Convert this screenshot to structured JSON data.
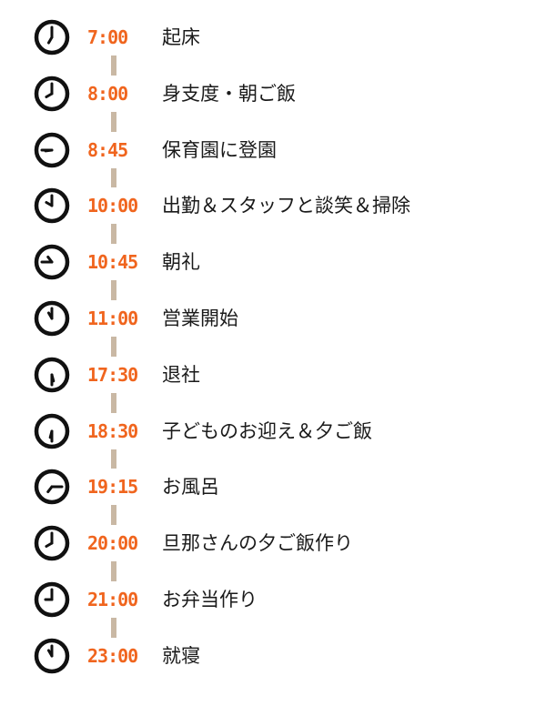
{
  "schedule": [
    {
      "time": "7:00",
      "label": "起床",
      "clock": {
        "hour": 7,
        "minute": 0
      }
    },
    {
      "time": "8:00",
      "label": "身支度・朝ご飯",
      "clock": {
        "hour": 8,
        "minute": 0
      }
    },
    {
      "time": "8:45",
      "label": "保育園に登園",
      "clock": {
        "hour": 8,
        "minute": 45
      }
    },
    {
      "time": "10:00",
      "label": "出勤＆スタッフと談笑＆掃除",
      "clock": {
        "hour": 10,
        "minute": 0
      }
    },
    {
      "time": "10:45",
      "label": "朝礼",
      "clock": {
        "hour": 10,
        "minute": 45
      }
    },
    {
      "time": "11:00",
      "label": "営業開始",
      "clock": {
        "hour": 11,
        "minute": 0
      }
    },
    {
      "time": "17:30",
      "label": "退社",
      "clock": {
        "hour": 17,
        "minute": 30
      }
    },
    {
      "time": "18:30",
      "label": "子どものお迎え＆夕ご飯",
      "clock": {
        "hour": 18,
        "minute": 30
      }
    },
    {
      "time": "19:15",
      "label": "お風呂",
      "clock": {
        "hour": 19,
        "minute": 15
      }
    },
    {
      "time": "20:00",
      "label": "旦那さんの夕ご飯作り",
      "clock": {
        "hour": 20,
        "minute": 0
      }
    },
    {
      "time": "21:00",
      "label": "お弁当作り",
      "clock": {
        "hour": 21,
        "minute": 0
      }
    },
    {
      "time": "23:00",
      "label": "就寝",
      "clock": {
        "hour": 23,
        "minute": 0
      }
    }
  ],
  "colors": {
    "time_text": "#f0651e",
    "label_text": "#1a1a1a",
    "connector": "#c9b8a4",
    "clock_stroke": "#111111",
    "background": "#ffffff"
  },
  "icons": {
    "clock": "clock-icon"
  }
}
